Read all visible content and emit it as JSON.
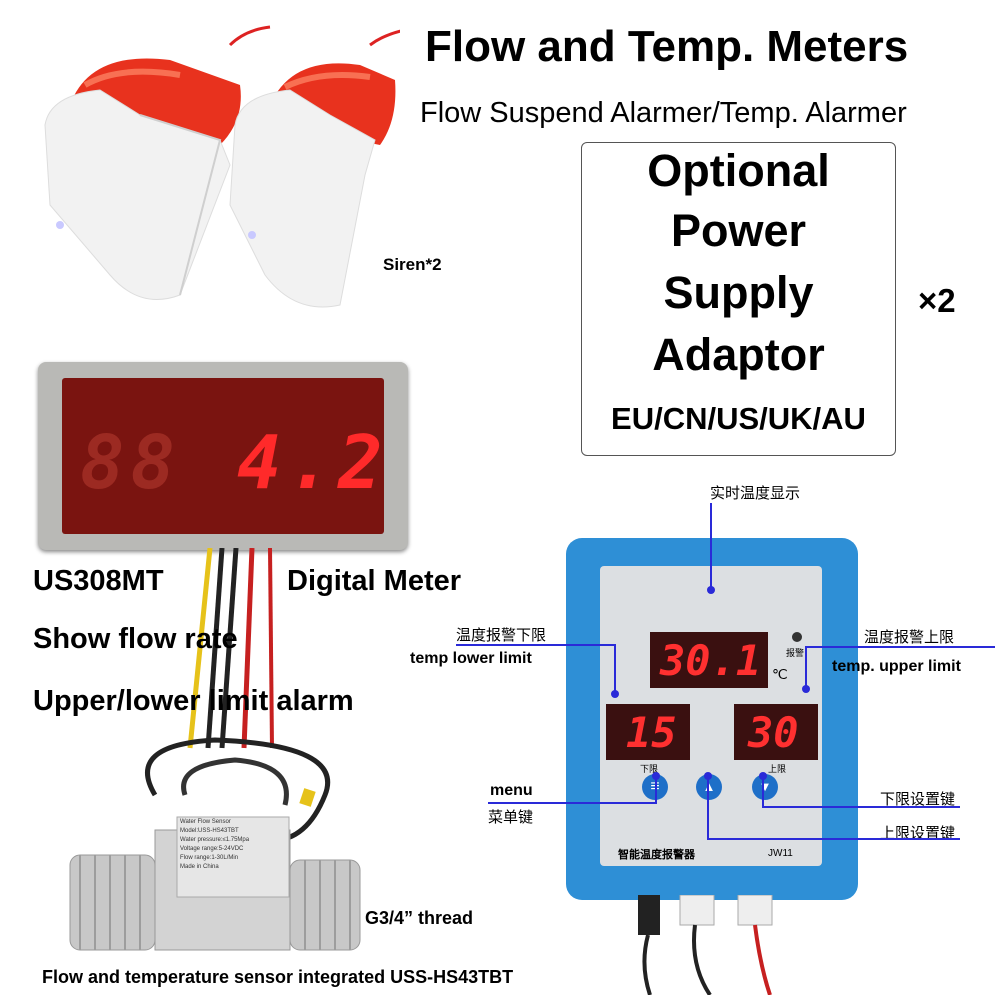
{
  "title": "Flow and Temp. Meters",
  "subtitle": "Flow Suspend Alarmer/Temp. Alarmer",
  "optional_box": {
    "lines": [
      "Optional",
      "Power",
      "Supply",
      "Adaptor"
    ],
    "plugs": "EU/CN/US/UK/AU"
  },
  "times_two": "×2",
  "siren_label": "Siren*2",
  "flow_meter": {
    "reading": "4.2",
    "model": "US308MT",
    "type": "Digital Meter",
    "feature1": "Show flow rate",
    "feature2": "Upper/lower limit alarm"
  },
  "sensor": {
    "thread": "G3/4”  thread",
    "caption": "Flow and temperature sensor integrated USS-HS43TBT",
    "label_lines": [
      "Water Flow Sensor",
      "Model:USS-HS43TBT",
      "Water pressure:≤1.75Mpa",
      "Voltage range:5-24VDC",
      "Flow range:1-30L/Min",
      "Made in China"
    ]
  },
  "temp_controller": {
    "realtime_cn": "实时温度显示",
    "lower_cn": "温度报警下限",
    "lower_en": "temp lower limit",
    "upper_cn": "温度报警上限",
    "upper_en": "temp. upper limit",
    "menu_en": "menu",
    "menu_cn": "菜单键",
    "down_key_cn": "下限设置键",
    "up_key_cn": "上限设置键",
    "main_reading": "30.1",
    "unit": "℃",
    "alarm_text": "报警",
    "lower_reading": "15",
    "upper_reading": "30",
    "lower_tag": "下限",
    "upper_tag": "上限",
    "brand_cn": "智能温度报警器",
    "model": "JW11"
  },
  "colors": {
    "siren_red": "#e8321e",
    "meter_red": "#ff2a2a",
    "controller_blue": "#2e8fd6",
    "lead_blue": "#2a2ad8"
  }
}
